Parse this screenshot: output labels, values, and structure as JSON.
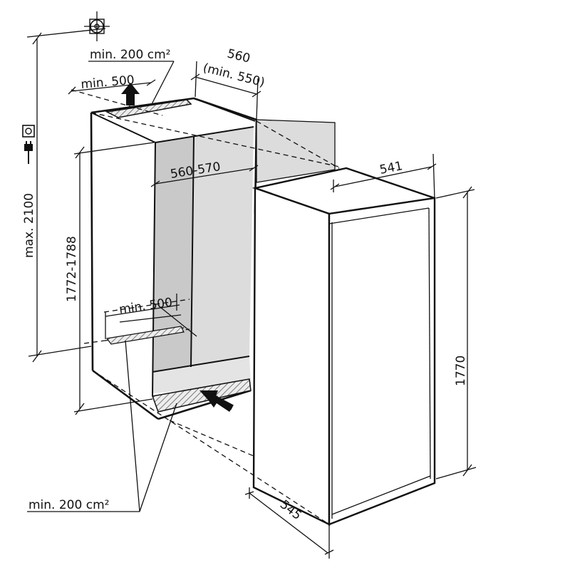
{
  "dimensions": {
    "vent_top_area": "min. 200 cm²",
    "niche_width": "560",
    "niche_width_min": "(min. 550)",
    "top_clearance": "min. 500",
    "inner_width": "560-570",
    "appliance_depth_top": "541",
    "max_height": "max. 2100",
    "niche_height": "1772-1788",
    "bottom_clearance": "min. 500",
    "appliance_height": "1770",
    "appliance_depth": "545",
    "vent_bottom_area": "min. 200 cm²"
  },
  "icons": [
    "position-marker-icon",
    "power-socket-icon",
    "power-plug-icon",
    "airflow-arrow-up-icon",
    "airflow-arrow-in-icon"
  ],
  "colors": {
    "line": "#111111",
    "panel_fill": "#dcdcdc",
    "grille_fill": "#9a9a9a"
  }
}
